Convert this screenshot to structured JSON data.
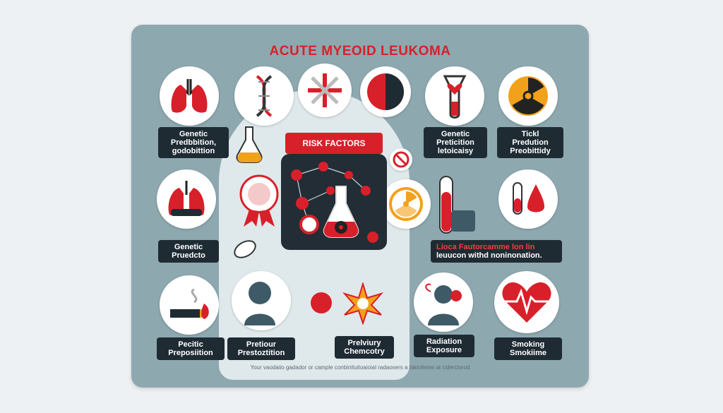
{
  "title": "ACUTE MYEOID LEUKOMA",
  "banner": "RISK FACTORS",
  "labels": {
    "l1": [
      "Genetic",
      "Predbbition,",
      "godobittion"
    ],
    "l2": [
      "Genetic",
      "Preticition",
      "letoicaisy"
    ],
    "l3": [
      "Tickl",
      "Predution",
      "Preobittidy"
    ],
    "l4": [
      "Genetic",
      "Pruedcto"
    ],
    "l5": [
      "Lioca Fautorcamme lon lin",
      "leuucon withd noninonation."
    ],
    "b1": [
      "Pecitic",
      "Preposiition"
    ],
    "b2": [
      "Pretiour",
      "Prestoztition"
    ],
    "b3": [
      "Prelviury",
      "Chemcotry"
    ],
    "b4": [
      "Radiation",
      "Exposure"
    ],
    "b5": [
      "Smoking",
      "Smokiime"
    ]
  },
  "footer": "Your vaodaiio gadador or cample conbinituitoaioial radaosers a fakiolleine at ciderctsrod",
  "colors": {
    "accent": "#d8202a",
    "board": "#8ea8b0",
    "dark": "#1f2b33",
    "warning": "#f2a11b"
  }
}
